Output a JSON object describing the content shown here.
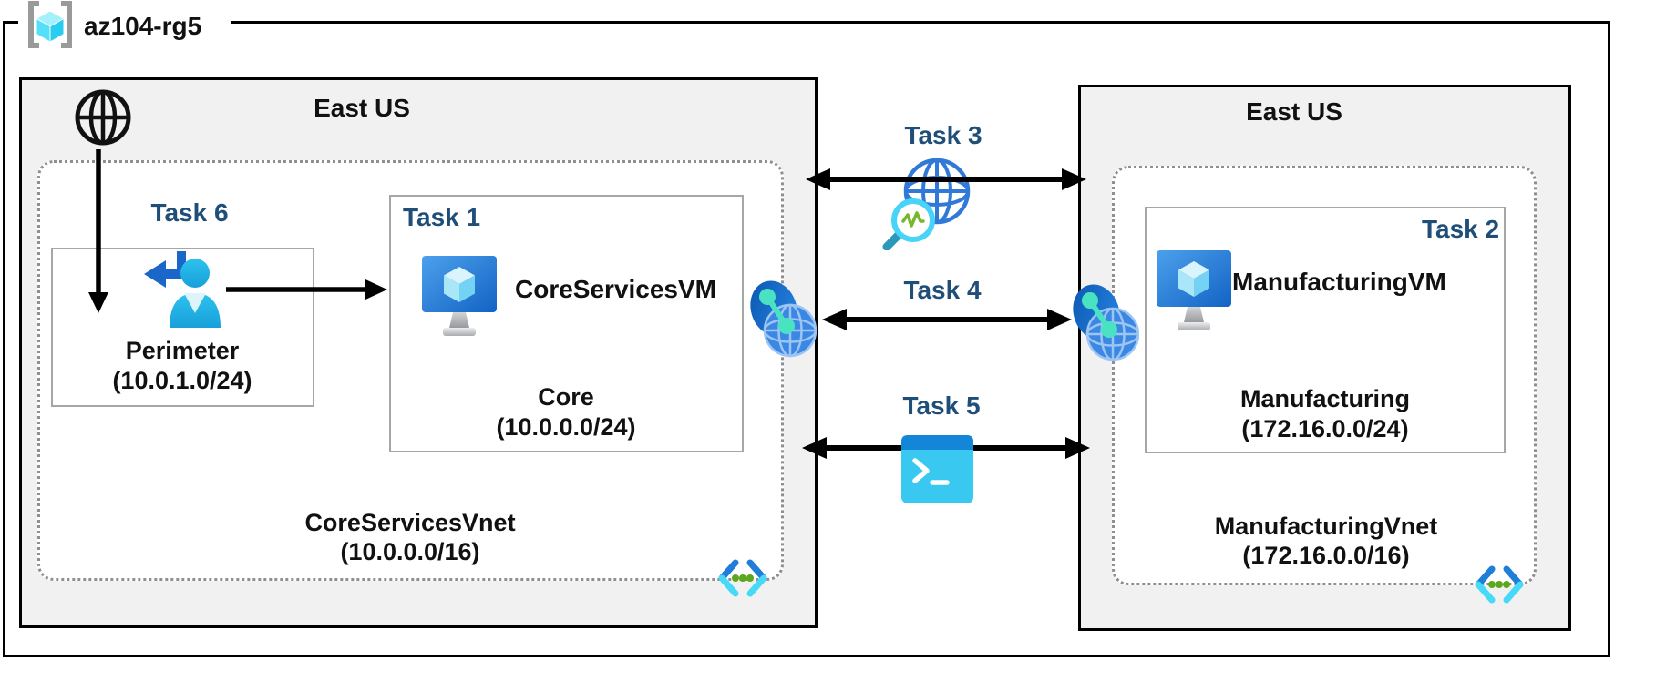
{
  "resource_group": {
    "name": "az104-rg5"
  },
  "left_region": {
    "label": "East US"
  },
  "right_region": {
    "label": "East US"
  },
  "tasks": {
    "t1": "Task 1",
    "t2": "Task 2",
    "t3": "Task 3",
    "t4": "Task 4",
    "t5": "Task 5",
    "t6": "Task 6"
  },
  "core_vnet": {
    "name": "CoreServicesVnet",
    "cidr": "(10.0.0.0/16)"
  },
  "manufacturing_vnet": {
    "name": "ManufacturingVnet",
    "cidr": "(172.16.0.0/16)"
  },
  "perimeter_subnet": {
    "name": "Perimeter",
    "cidr": "(10.0.1.0/24)"
  },
  "core_subnet": {
    "name": "Core",
    "cidr": "(10.0.0.0/24)"
  },
  "manufacturing_subnet": {
    "name": "Manufacturing",
    "cidr": "(172.16.0.0/24)"
  },
  "core_vm": {
    "name": "CoreServicesVM"
  },
  "manufacturing_vm": {
    "name": "ManufacturingVM"
  },
  "icons": {
    "resource_group": "resource-group-brackets-cube",
    "internet": "globe-wireframe-black",
    "sign_in_user": "user-with-return-arrow",
    "virtual_machine": "monitor-with-cube",
    "network_peering": "blue-globe-with-teal-nodes",
    "network_watcher": "globe-with-magnifier-pulse",
    "cloud_shell": "terminal-prompt-window",
    "virtual_network": "chevrons-with-green-dots"
  },
  "colors": {
    "task_label": "#1f4e79",
    "region_fill": "#f1f1f1",
    "outer_border": "#000000",
    "subbox_border": "#a6a6a6",
    "dotted_border": "#8f8f8f",
    "azure_blue": "#2282dd",
    "cyan": "#45d7f7",
    "green_dot": "#5ba71e",
    "teal_node": "#4ae3c2"
  }
}
